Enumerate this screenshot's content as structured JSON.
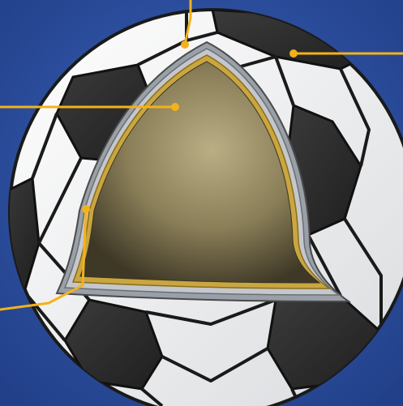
{
  "figure": {
    "subject": "soccer-ball-cutaway",
    "callouts": [
      {
        "id": "callout-top",
        "label": ""
      },
      {
        "id": "callout-right",
        "label": ""
      },
      {
        "id": "callout-core",
        "label": ""
      },
      {
        "id": "callout-lining",
        "label": ""
      }
    ]
  },
  "colors": {
    "background": "#2e4ea0",
    "ball_white": "#f2f3f4",
    "ball_black": "#2b2b2b",
    "seam": "#1a1a1a",
    "core": "#8a7e58",
    "core_highlight": "#b9ae84",
    "lining_gold": "#c9a640",
    "lining_silver": "#c4c7cc",
    "callout_line": "#f3b21b"
  }
}
